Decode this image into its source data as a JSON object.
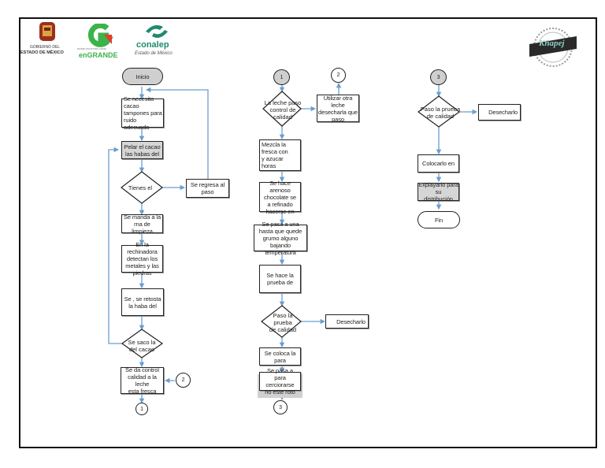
{
  "header": {
    "logo_gobierno": {
      "line1": "GOBIERNO DEL",
      "line2": "ESTADO DE MÉXICO"
    },
    "logo_engrande": {
      "small": "EDOMÉX DECISIONES FIRMES",
      "word": "enGRANDE"
    },
    "logo_conalep": {
      "name": "conalep",
      "sub": "Estado de México"
    },
    "logo_brand": {
      "name": "Kñapej"
    }
  },
  "colors": {
    "connector": "#6a9ed0",
    "node_border": "#222222",
    "gray_fill": "#d6d6d6",
    "enGrande_green": "#3cb34a",
    "enGrande_red": "#e63b2e",
    "conalep_teal": "#1f8a6e"
  },
  "column1": {
    "start": "Inicio",
    "step1": "Se necesita cacao\ntampones para\nruido\n   adecuada",
    "step2": "Pelar el cacao\nlas habas del",
    "decision1": "Tienes el",
    "side1": "Se regresa al\npaso",
    "step3": "Se manda a la rna de\nlimpieza",
    "step4": "En la rechinadora\ndetectan los\nmetales y las\npiedras",
    "step5": "Se      , se retosta\nla haba del",
    "decision2": "Se saco la\ndel cacao",
    "step6": "Se da control\ncalidad a la leche\nesta fresca",
    "connector_in": "2",
    "connector_out": "1"
  },
  "column2": {
    "connector_in": "1",
    "decision1": "La leche paso\ncontrol de\ncalidad",
    "side1": "Utilizar otra leche\ndesecharla que\npaso",
    "connector_side": "2",
    "step1": "Mezcla la\nfresca con\ny azucar\n     horas",
    "step2": "Se hace arenoso\nchocolate se\na refinado\nhacerse en",
    "step3": "Se pasa a una\nhasta que quede\ngrumo alguno bajando\ntemperatura",
    "step4": "Se hace la\nprueba de",
    "decision2": "Paso la prueba\nde calidad",
    "side2": "Desecharlo",
    "step5": "Se coloca la\npara",
    "step6": "Se pasa a\npara cerciorarse\nno este roto",
    "connector_out": "3"
  },
  "column3": {
    "connector_in": "3",
    "decision1": "Paso la prueba\nde calidad",
    "side1": "Desecharlo",
    "step1": "Colocarlo en",
    "step2": "Explayarlo para su\ndistribución",
    "end": "Fin"
  }
}
